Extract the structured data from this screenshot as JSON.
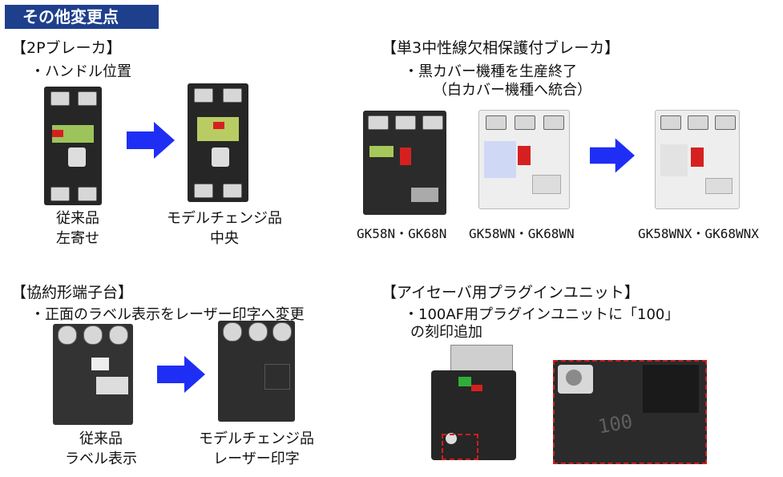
{
  "title": "その他変更点",
  "sections": {
    "p2": {
      "heading": "【2Pブレーカ】",
      "bullet": "・ハンドル位置",
      "old_caption_1": "従来品",
      "old_caption_2": "左寄せ",
      "new_caption_1": "モデルチェンジ品",
      "new_caption_2": "中央"
    },
    "single3": {
      "heading": "【単3中性線欠相保護付ブレーカ】",
      "bullet_1": "・黒カバー機種を生産終了",
      "bullet_2": "（白カバー機種へ統合）",
      "model_black": "GK58N・GK68N",
      "model_white": "GK58WN・GK68WN",
      "model_new": "GK58WNX・GK68WNX"
    },
    "terminal": {
      "heading": "【協約形端子台】",
      "bullet": "・正面のラベル表示をレーザー印字へ変更",
      "old_caption_1": "従来品",
      "old_caption_2": "ラベル表示",
      "new_caption_1": "モデルチェンジ品",
      "new_caption_2": "レーザー印字"
    },
    "plugin": {
      "heading": "【アイセーバ用プラグインユニット】",
      "bullet_1": "・100AF用プラグインユニットに「100」",
      "bullet_2": "の刻印追加",
      "engraving": "100"
    }
  },
  "colors": {
    "banner": "#1e3f8c",
    "arrow": "#1f2ef5",
    "highlight": "#d21d1d",
    "black_cover": "#2b2b2b",
    "white_cover": "#eeeeee"
  }
}
